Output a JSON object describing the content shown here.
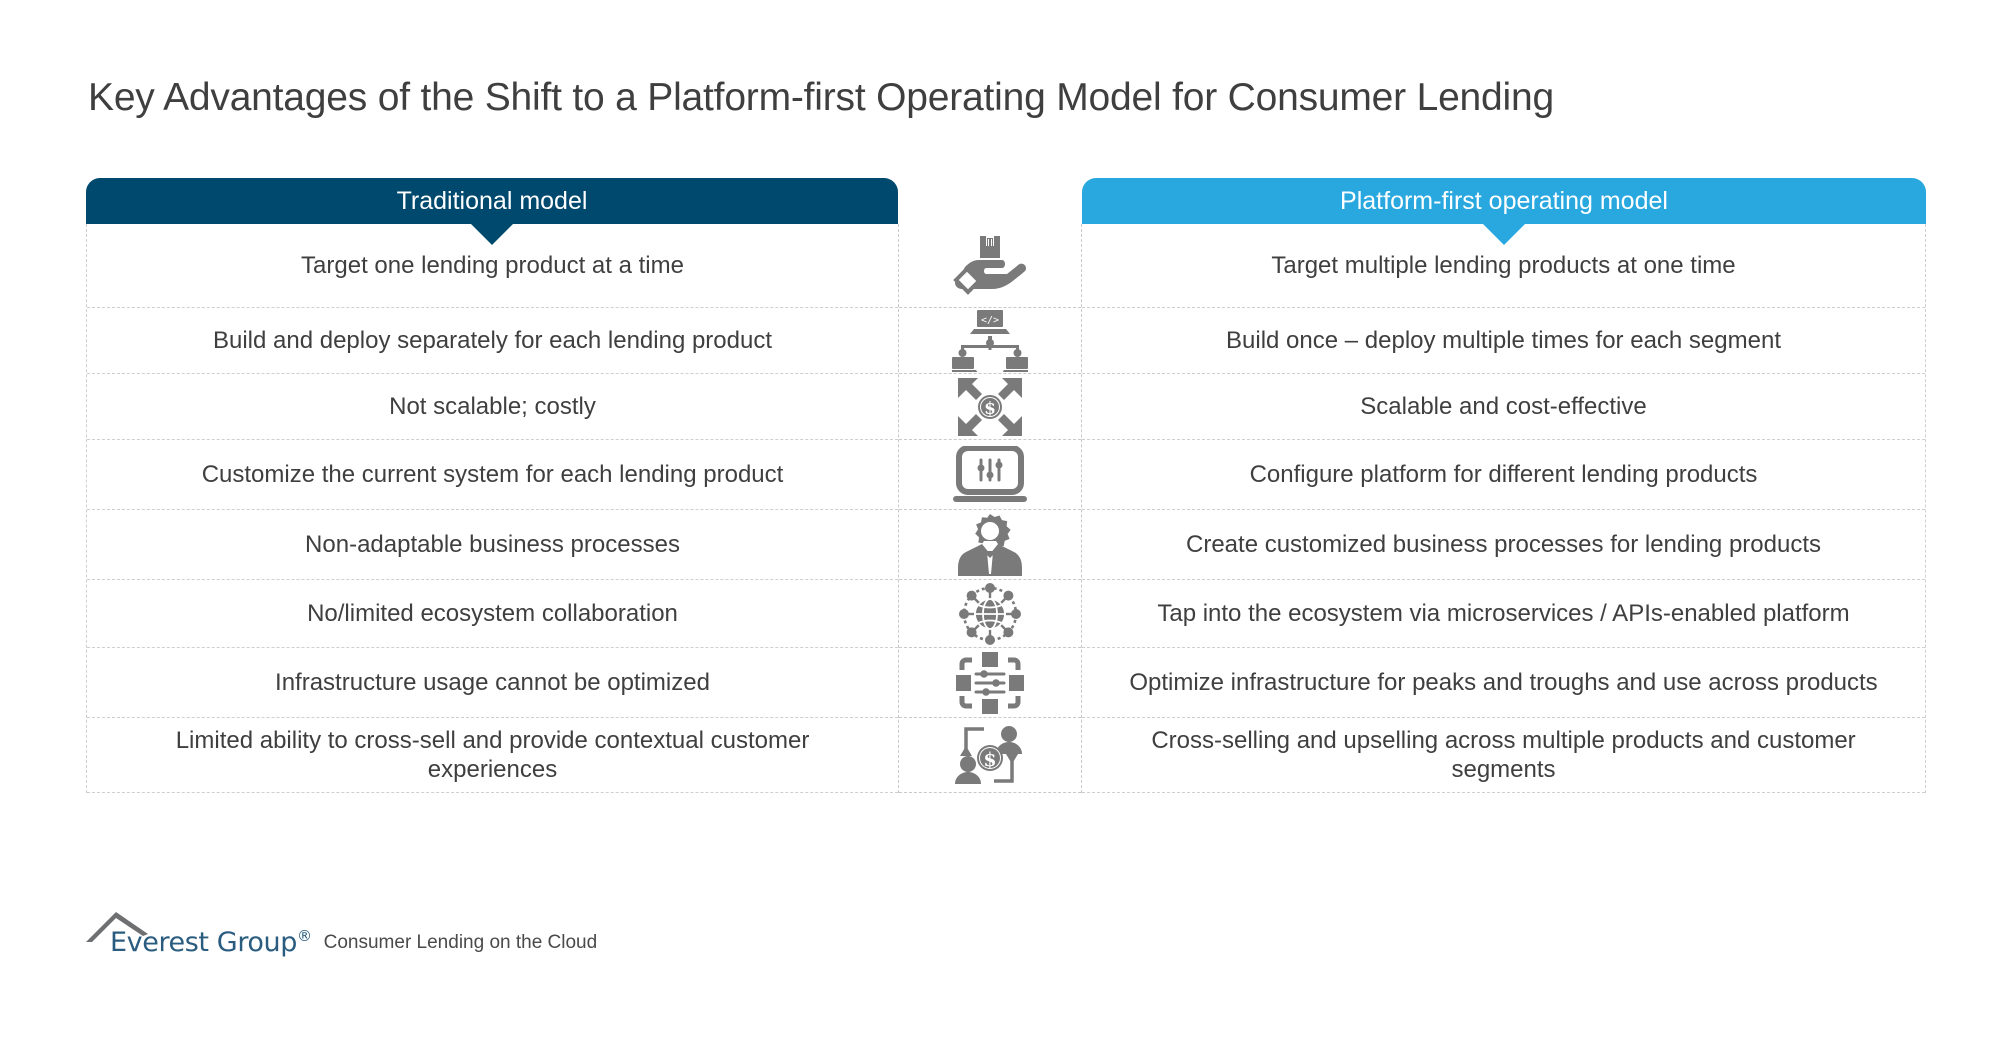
{
  "page": {
    "title": "Key Advantages of the Shift to a Platform-first Operating Model for Consumer Lending"
  },
  "colors": {
    "traditional_header_bg": "#00496e",
    "platform_header_bg": "#29a8e0",
    "body_text": "#3f3f3f",
    "icon_gray": "#7a7a7a",
    "grid_line": "#cfcfcf",
    "logo_blue": "#2a5c80"
  },
  "table": {
    "headers": {
      "left": "Traditional model",
      "center": "",
      "right": "Platform-first operating model"
    },
    "rows": [
      {
        "left": "Target one lending product at a time",
        "icon": "hand-holding-shopping-bag-icon",
        "right": "Target multiple lending products at one time"
      },
      {
        "left": "Build and deploy separately for each lending product",
        "icon": "code-deploy-to-devices-icon",
        "right": "Build once – deploy multiple times for each segment"
      },
      {
        "left": "Not scalable; costly",
        "icon": "dollar-expanding-arrows-icon",
        "right": "Scalable and cost-effective"
      },
      {
        "left": "Customize the current system for each lending product",
        "icon": "laptop-sliders-icon",
        "right": "Configure platform for different lending products"
      },
      {
        "left": "Non-adaptable business processes",
        "icon": "person-gear-head-icon",
        "right": "Create customized business processes for lending products"
      },
      {
        "left": "No/limited ecosystem collaboration",
        "icon": "globe-network-nodes-icon",
        "right": "Tap into the ecosystem via microservices / APIs-enabled platform"
      },
      {
        "left": "Infrastructure usage cannot be optimized",
        "icon": "infrastructure-sliders-icon",
        "right": "Optimize infrastructure for peaks and troughs and use across products"
      },
      {
        "left": "Limited ability to cross-sell and provide contextual customer experiences",
        "icon": "cross-sell-people-dollar-icon",
        "right": "Cross-selling and upselling across multiple products and customer segments"
      }
    ]
  },
  "footer": {
    "logo_name": "Everest Group",
    "logo_registered": "®",
    "note": "Consumer Lending on the Cloud"
  }
}
